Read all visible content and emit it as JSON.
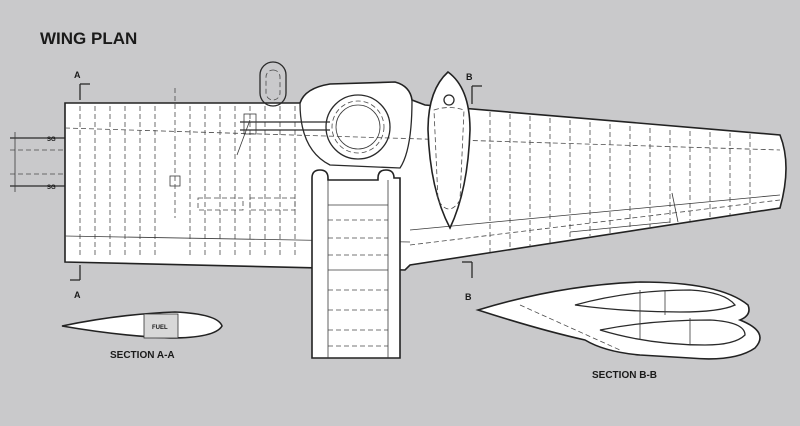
{
  "title": "WING PLAN",
  "section_marks": {
    "a_top": "A",
    "a_bottom": "A",
    "b_top": "B",
    "b_bottom": "B"
  },
  "fuel_label": "FUEL",
  "section_a_label": "SECTION A-A",
  "section_b_label": "SECTION B-B",
  "centerline_marks": [
    "SG",
    "SG"
  ]
}
